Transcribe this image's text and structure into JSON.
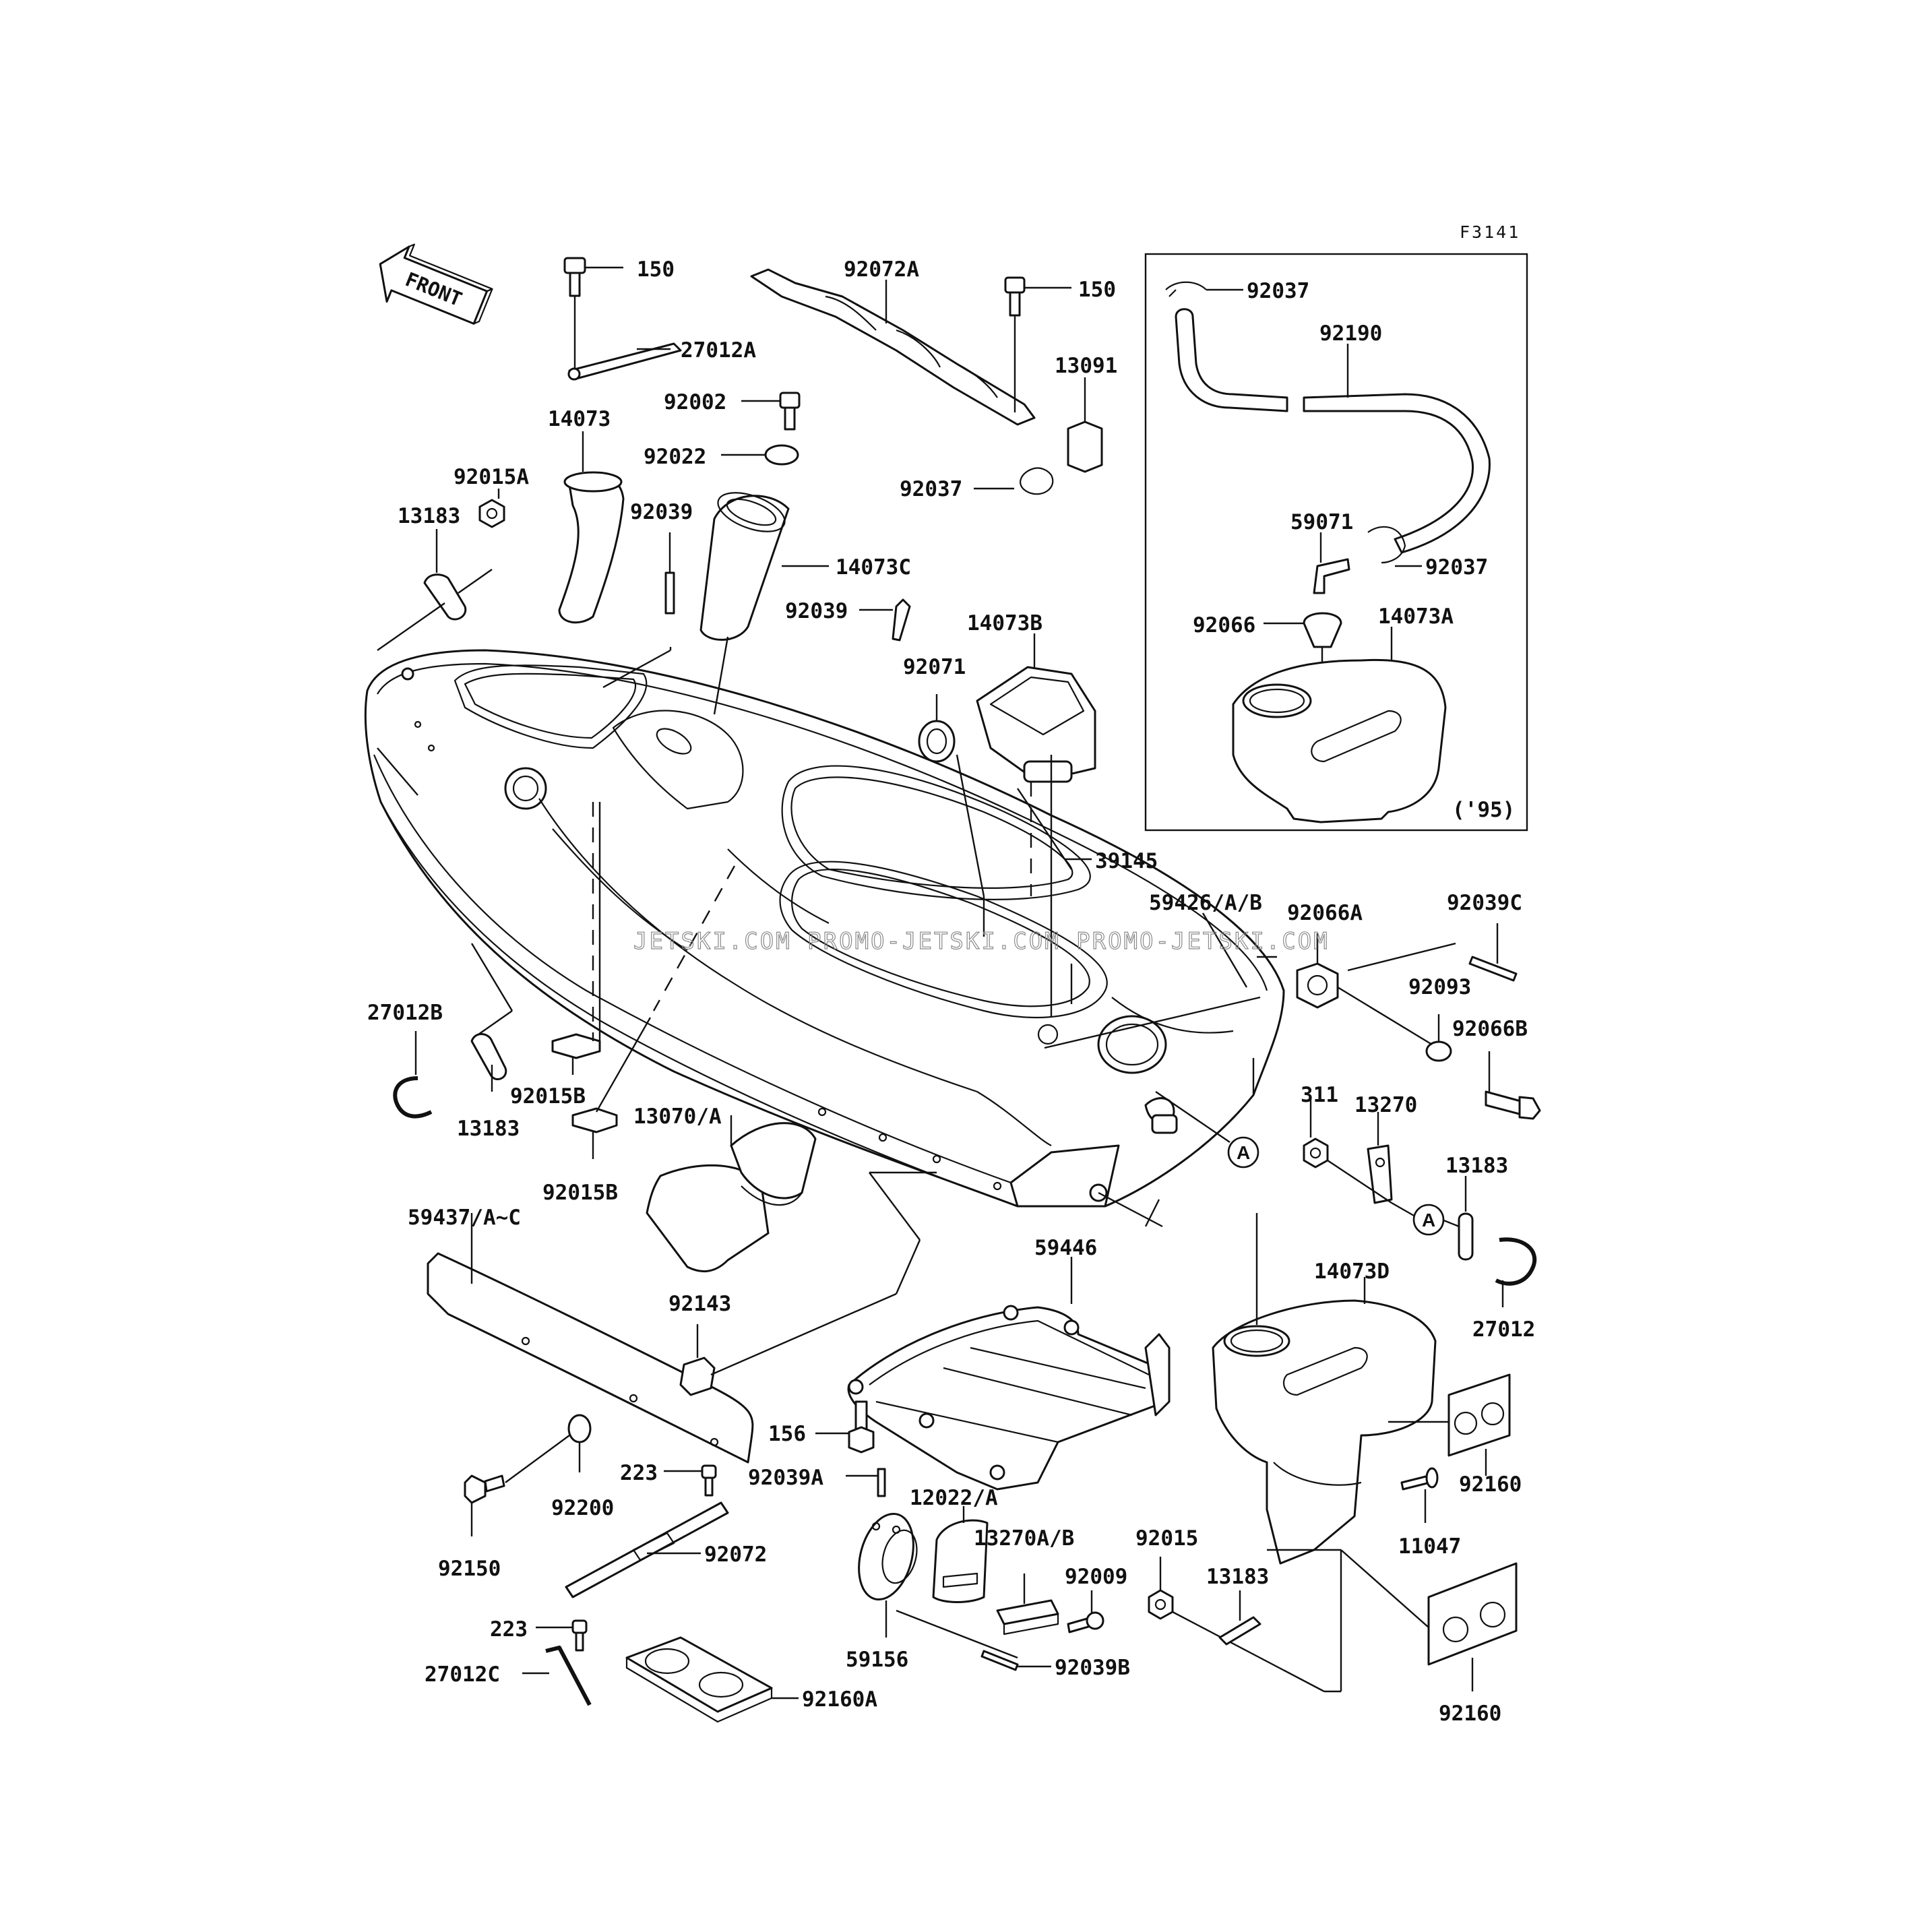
{
  "figure_code": "F3141",
  "front_arrow_label": "FRONT",
  "inset_year_label": "('95)",
  "watermark": "JETSKI.COM   PROMO-JETSKI.COM   PROMO-JETSKI.COM",
  "reference_marker": "A",
  "part_labels": [
    "150",
    "27012A",
    "92072A",
    "150",
    "13091",
    "92002",
    "14073",
    "92022",
    "92015A",
    "13183",
    "92039",
    "14073C",
    "92037",
    "92039",
    "14073B",
    "92071",
    "39145",
    "59426/A/B",
    "92066A",
    "92039C",
    "92093",
    "92066B",
    "27012B",
    "13183",
    "92015B",
    "92015B",
    "13070/A",
    "311",
    "13270",
    "13183",
    "59437/A~C",
    "59446",
    "14073D",
    "27012",
    "92143",
    "156",
    "92039A",
    "12022/A",
    "92160",
    "11047",
    "223",
    "92200",
    "92150",
    "92072",
    "13270A/B",
    "92015",
    "92009",
    "13183",
    "223",
    "59156",
    "27012C",
    "92160A",
    "92039B",
    "92160",
    "92037",
    "92190",
    "59071",
    "92037",
    "92066",
    "14073A"
  ]
}
